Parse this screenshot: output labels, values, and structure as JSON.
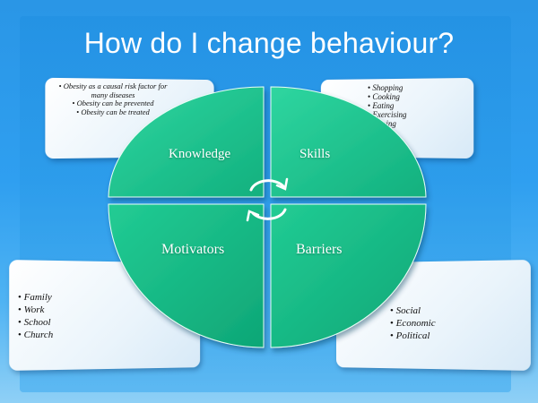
{
  "slide": {
    "title": "How do I change behaviour?",
    "colors": {
      "background": "#2f9ff0",
      "quadrant": "#19c08a",
      "quadrant_light": "#2fd6a0",
      "box": "#ffffff"
    }
  },
  "quadrants": {
    "knowledge": "Knowledge",
    "skills": "Skills",
    "motivators": "Motivators",
    "barriers": "Barriers"
  },
  "boxes": {
    "knowledge_items": [
      "Obesity as a causal risk factor for many diseases",
      "Obesity can be prevented",
      "Obesity can be treated"
    ],
    "skills_items": [
      "Shopping",
      "Cooking",
      "Eating",
      "Exercising",
      "Coping"
    ],
    "motivators_items": [
      "Family",
      "Work",
      "School",
      "Church"
    ],
    "barriers_items": [
      "Social",
      "Economic",
      "Political"
    ]
  },
  "icons": {
    "center": "cycle-arrows-icon"
  }
}
